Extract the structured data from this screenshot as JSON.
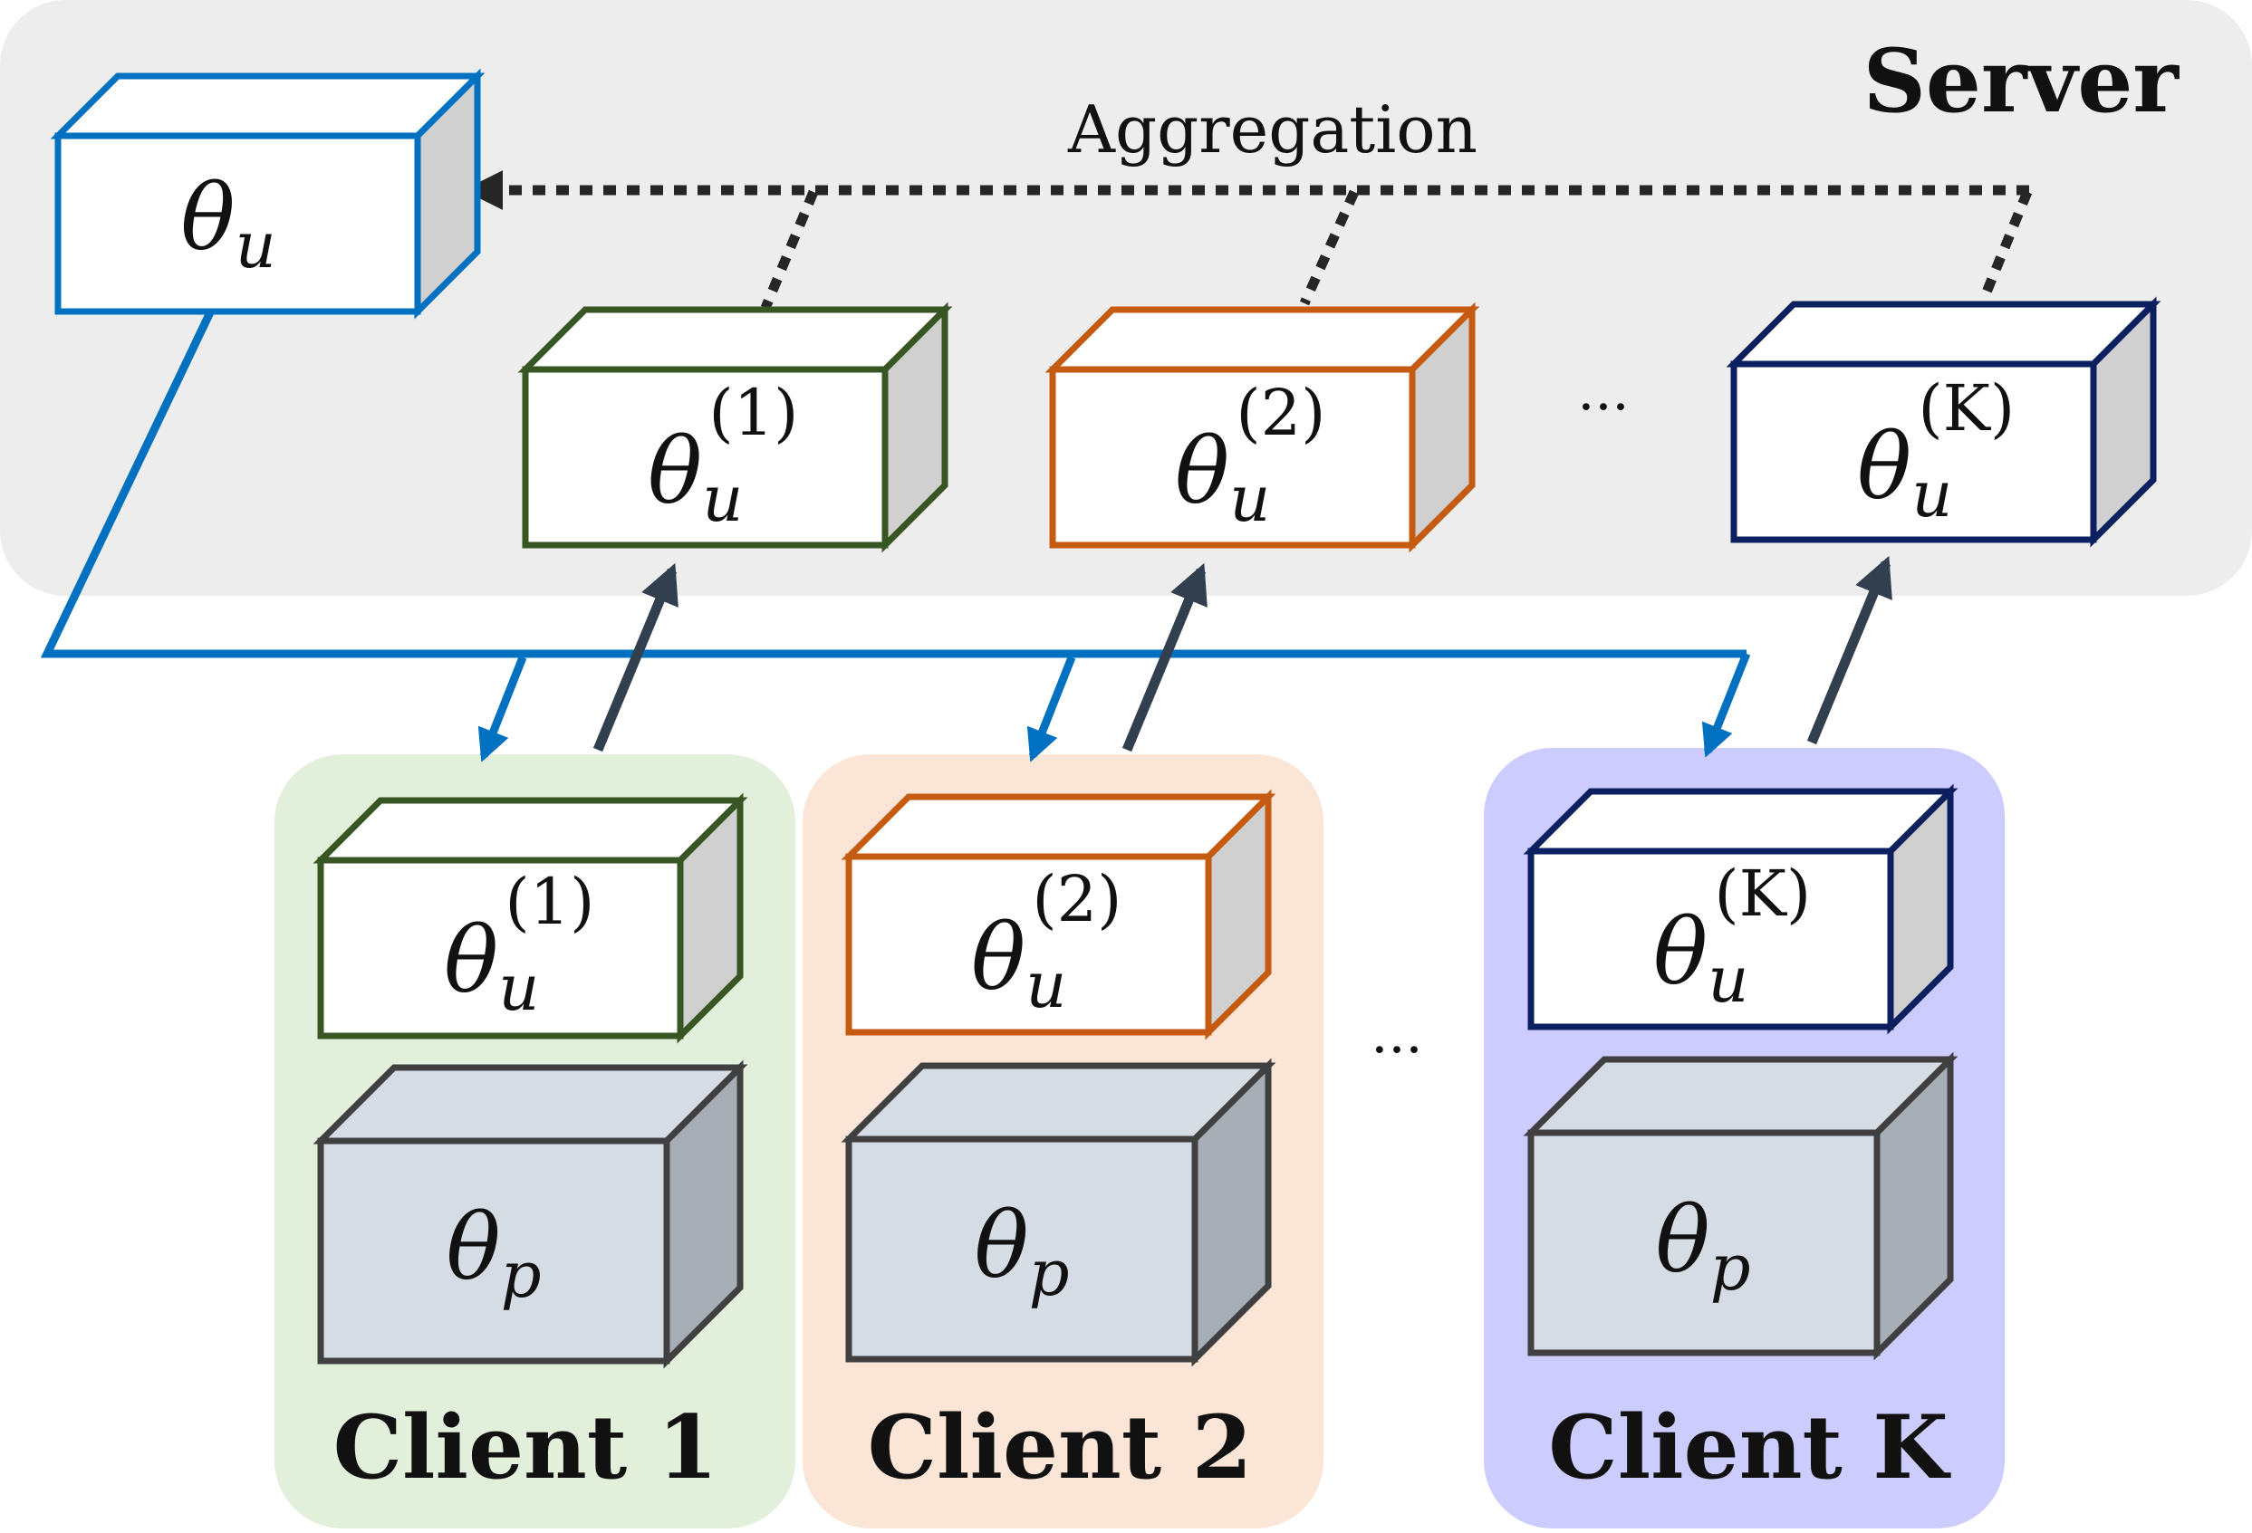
{
  "server": {
    "title": "Server",
    "aggregation_label": "Aggregation",
    "global_model": {
      "symbol": "θ",
      "subscript": "u",
      "color": "#0070c0"
    },
    "uploaded_models": [
      {
        "symbol": "θ",
        "subscript": "u",
        "superscript": "(1)",
        "color": "#375623"
      },
      {
        "symbol": "θ",
        "subscript": "u",
        "superscript": "(2)",
        "color": "#c55a11"
      },
      {
        "symbol": "θ",
        "subscript": "u",
        "superscript": "(K)",
        "color": "#0c1f5e"
      }
    ],
    "ellipsis": "···"
  },
  "clients": [
    {
      "label": "Client 1",
      "bg_color": "#e2efda",
      "shared_model": {
        "symbol": "θ",
        "subscript": "u",
        "superscript": "(1)",
        "color": "#375623"
      },
      "personal_model": {
        "symbol": "θ",
        "subscript": "p"
      }
    },
    {
      "label": "Client 2",
      "bg_color": "#fbe5d6",
      "shared_model": {
        "symbol": "θ",
        "subscript": "u",
        "superscript": "(2)",
        "color": "#c55a11"
      },
      "personal_model": {
        "symbol": "θ",
        "subscript": "p"
      }
    },
    {
      "label": "Client K",
      "bg_color": "#ccccff",
      "shared_model": {
        "symbol": "θ",
        "subscript": "u",
        "superscript": "(K)",
        "color": "#0c1f5e"
      },
      "personal_model": {
        "symbol": "θ",
        "subscript": "p"
      }
    }
  ],
  "clients_ellipsis": "···",
  "colors": {
    "server_bg": "#ededed",
    "broadcast_line": "#0070c0",
    "upload_arrow": "#323f4f",
    "aggregation_line": "#262626",
    "personal_box_stroke": "#404040",
    "personal_box_front": "#d6dce4",
    "personal_box_side": "#a8aeb6",
    "box_side_gray": "#d0d0d0"
  }
}
